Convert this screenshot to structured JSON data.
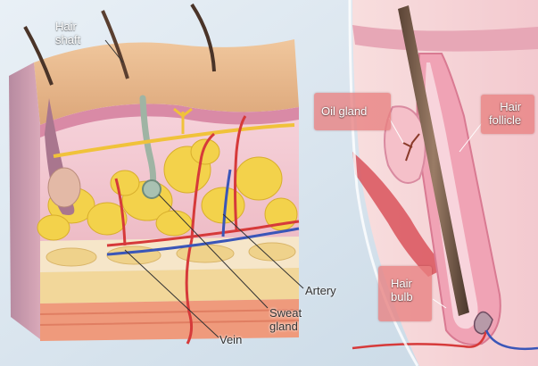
{
  "labels": {
    "hair_shaft": [
      "Hair",
      "shaft"
    ],
    "artery": "Artery",
    "sweat_gland": [
      "Sweat",
      "gland"
    ],
    "vein": "Vein",
    "oil_gland": "Oil gland",
    "hair_follicle": [
      "Hair",
      "follicle"
    ],
    "hair_bulb": [
      "Hair",
      "bulb"
    ]
  },
  "colors": {
    "background": "#dbe7f1",
    "epidermis": "#e8b98c",
    "dermis": "#f2c9d3",
    "fat": "#f2d24a",
    "artery": "#d93a3a",
    "vein": "#3a56b8",
    "label_box": "#e88080"
  }
}
